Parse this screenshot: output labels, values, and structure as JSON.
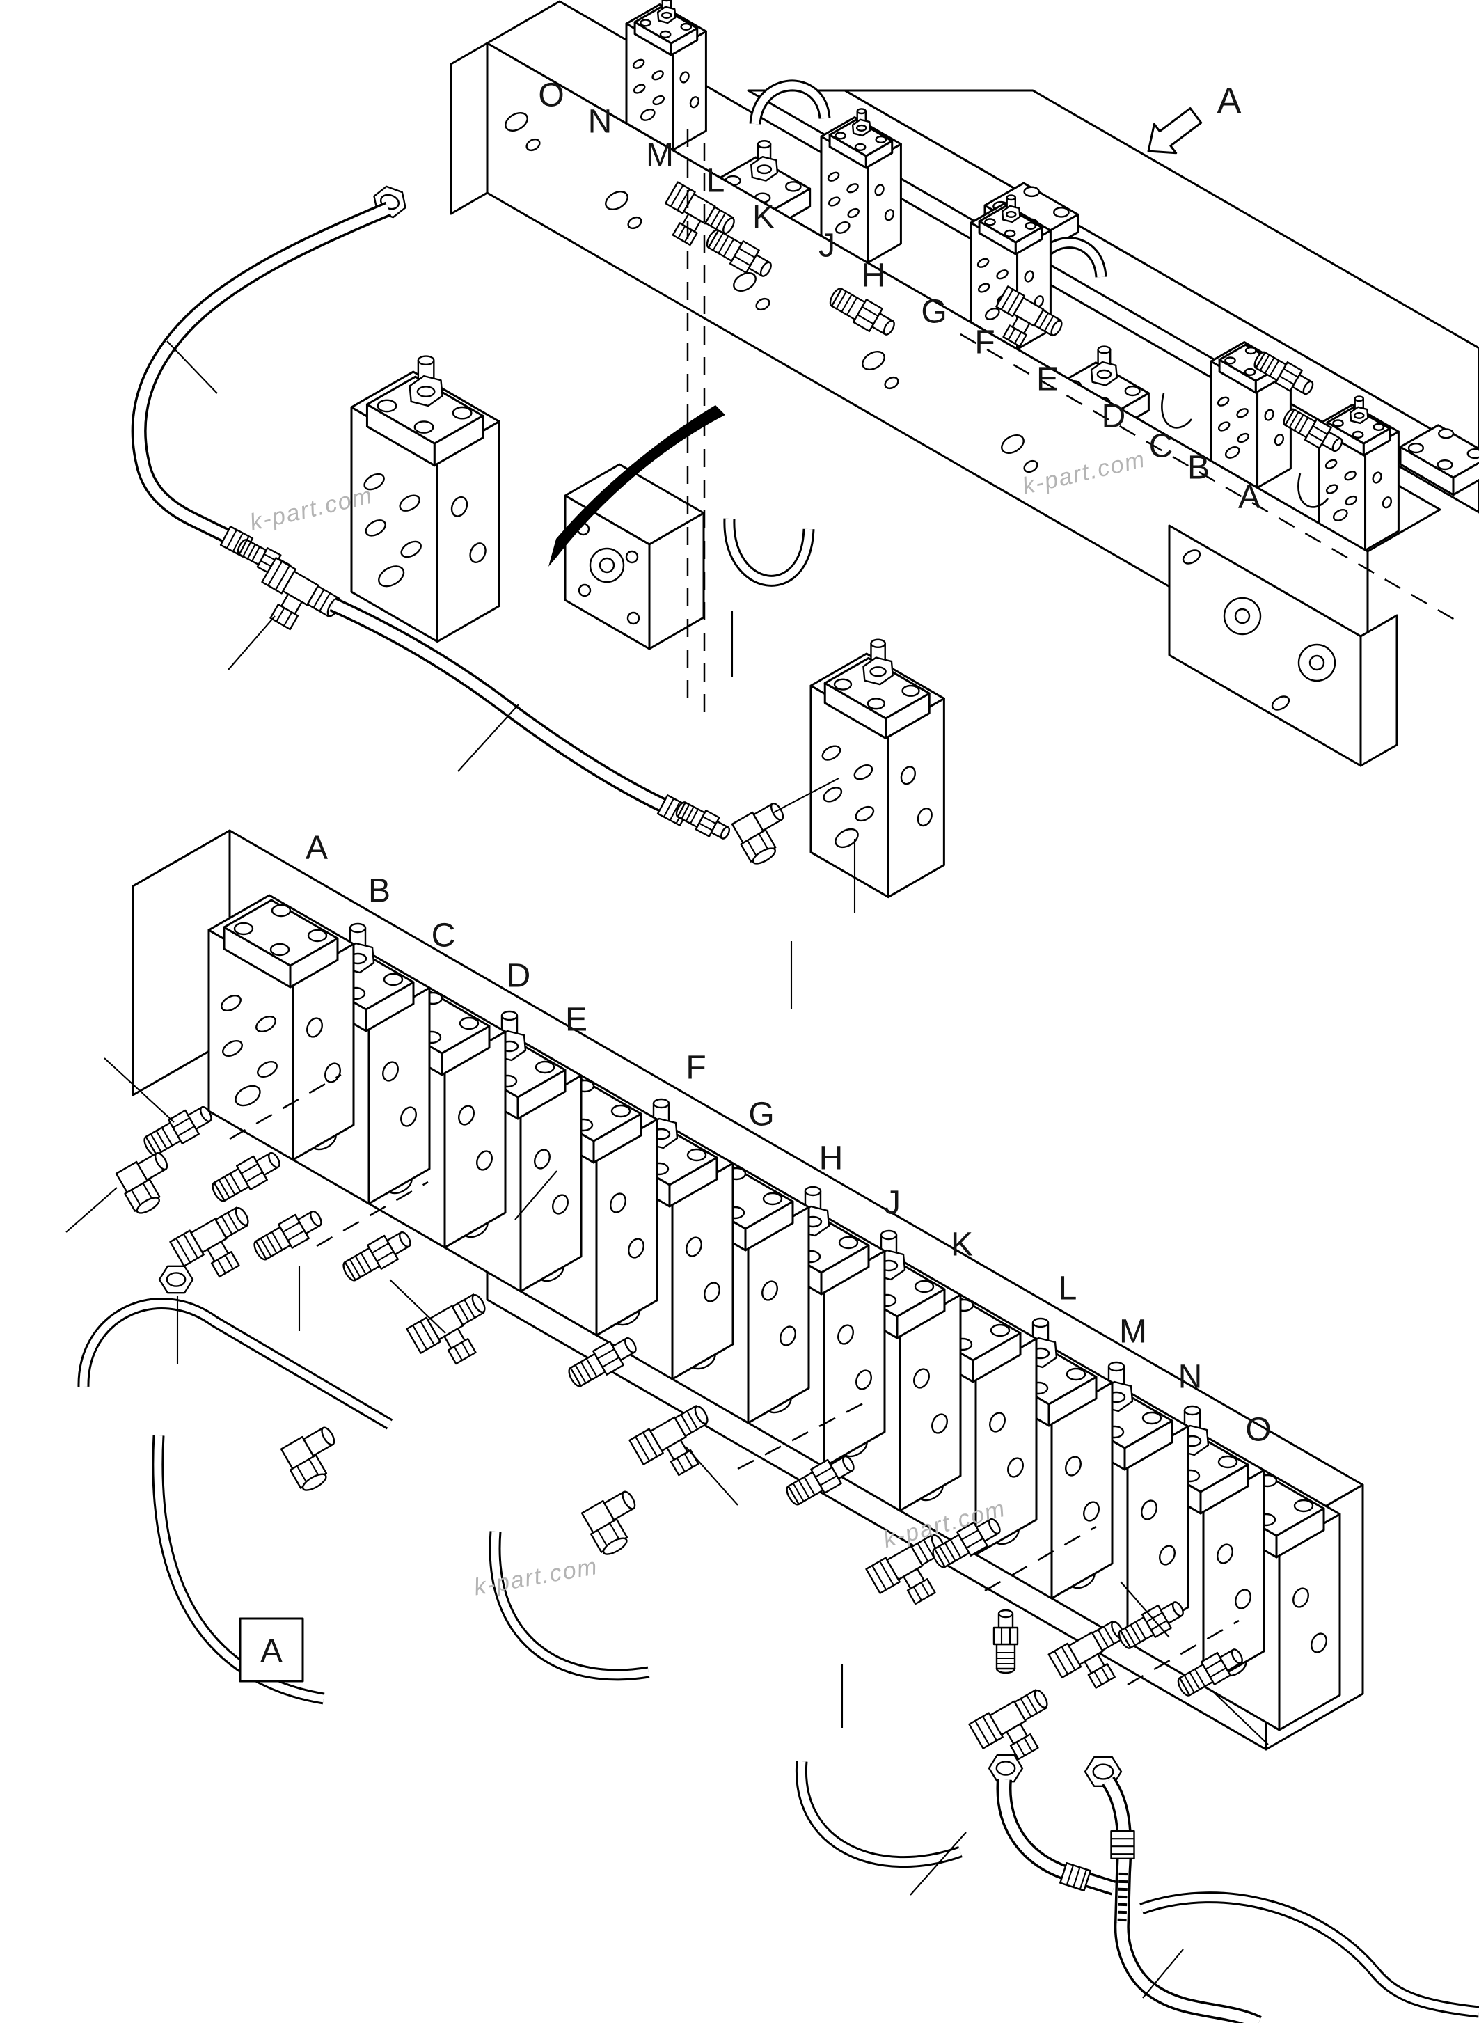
{
  "diagram_title_visible_text": "",
  "top_view": {
    "direction_arrow_label": "A",
    "labels": [
      "O",
      "N",
      "M",
      "L",
      "K",
      "J",
      "H",
      "G",
      "F",
      "E",
      "D",
      "C",
      "B",
      "A"
    ]
  },
  "bottom_view": {
    "detail_box_label": "A",
    "labels": [
      "A",
      "B",
      "C",
      "D",
      "E",
      "F",
      "G",
      "H",
      "J",
      "K",
      "L",
      "M",
      "N",
      "O"
    ]
  },
  "watermark": {
    "text": "k-part.com"
  },
  "colors": {
    "line": "#000000",
    "background": "#ffffff",
    "watermark": "#b4b4b4"
  }
}
